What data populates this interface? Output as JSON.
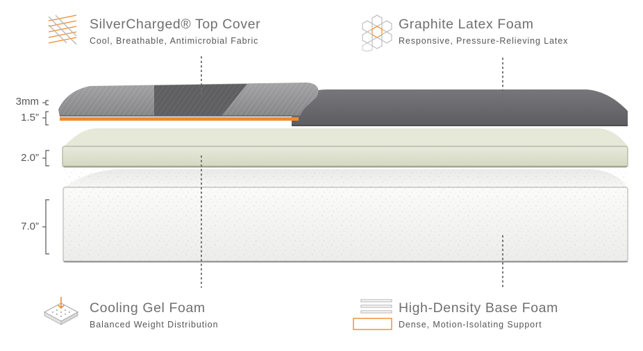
{
  "features": [
    {
      "title": "SilverCharged® Top Cover",
      "subtitle": "Cool, Breathable, Antimicrobial Fabric",
      "icon": "woven-fabric-icon"
    },
    {
      "title": "Graphite Latex Foam",
      "subtitle": "Responsive, Pressure-Relieving Latex",
      "icon": "honeycomb-icon"
    },
    {
      "title": "Cooling Gel Foam",
      "subtitle": "Balanced Weight Distribution",
      "icon": "gel-grid-icon"
    },
    {
      "title": "High-Density Base Foam",
      "subtitle": "Dense, Motion-Isolating Support",
      "icon": "stacked-layers-icon"
    }
  ],
  "dimensions": [
    "3mm",
    "1.5”",
    "2.0”",
    "7.0”"
  ],
  "colors": {
    "accent": "#f08a2c",
    "cover": "#8a8a8c",
    "cover_band": "#5e5e60",
    "latex": "#66666a",
    "gel": "#dfe2d0",
    "base": "#f1f1ef",
    "text": "#6f6f6f"
  }
}
